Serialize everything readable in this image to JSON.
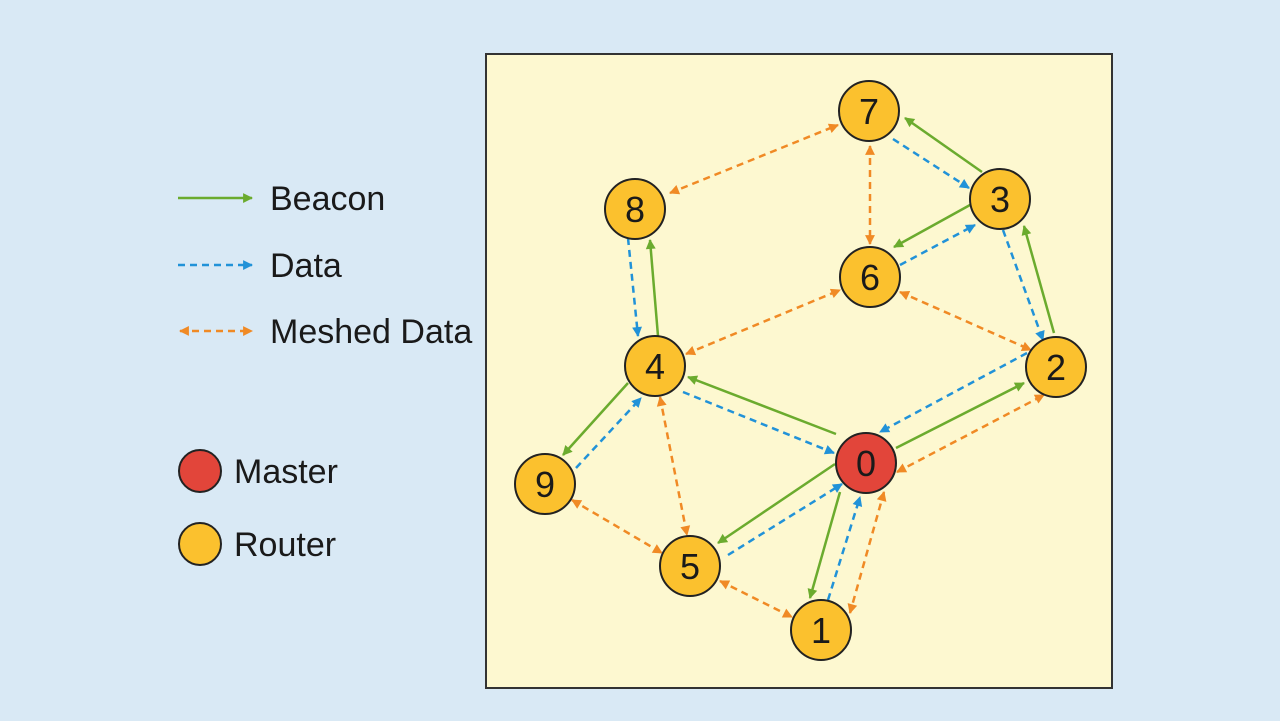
{
  "legend": {
    "beacon_label": "Beacon",
    "data_label": "Data",
    "meshed_label": "Meshed Data",
    "master_label": "Master",
    "router_label": "Router"
  },
  "colors": {
    "background": "#d9e9f5",
    "panel": "#fdf8d0",
    "beacon": "#6bab2e",
    "data": "#2192d8",
    "meshed": "#f08a25",
    "master": "#e2453a",
    "router": "#fbc12e",
    "outline": "#222222"
  },
  "nodes": {
    "n0": {
      "label": "0",
      "role": "master"
    },
    "n1": {
      "label": "1",
      "role": "router"
    },
    "n2": {
      "label": "2",
      "role": "router"
    },
    "n3": {
      "label": "3",
      "role": "router"
    },
    "n4": {
      "label": "4",
      "role": "router"
    },
    "n5": {
      "label": "5",
      "role": "router"
    },
    "n6": {
      "label": "6",
      "role": "router"
    },
    "n7": {
      "label": "7",
      "role": "router"
    },
    "n8": {
      "label": "8",
      "role": "router"
    },
    "n9": {
      "label": "9",
      "role": "router"
    }
  }
}
